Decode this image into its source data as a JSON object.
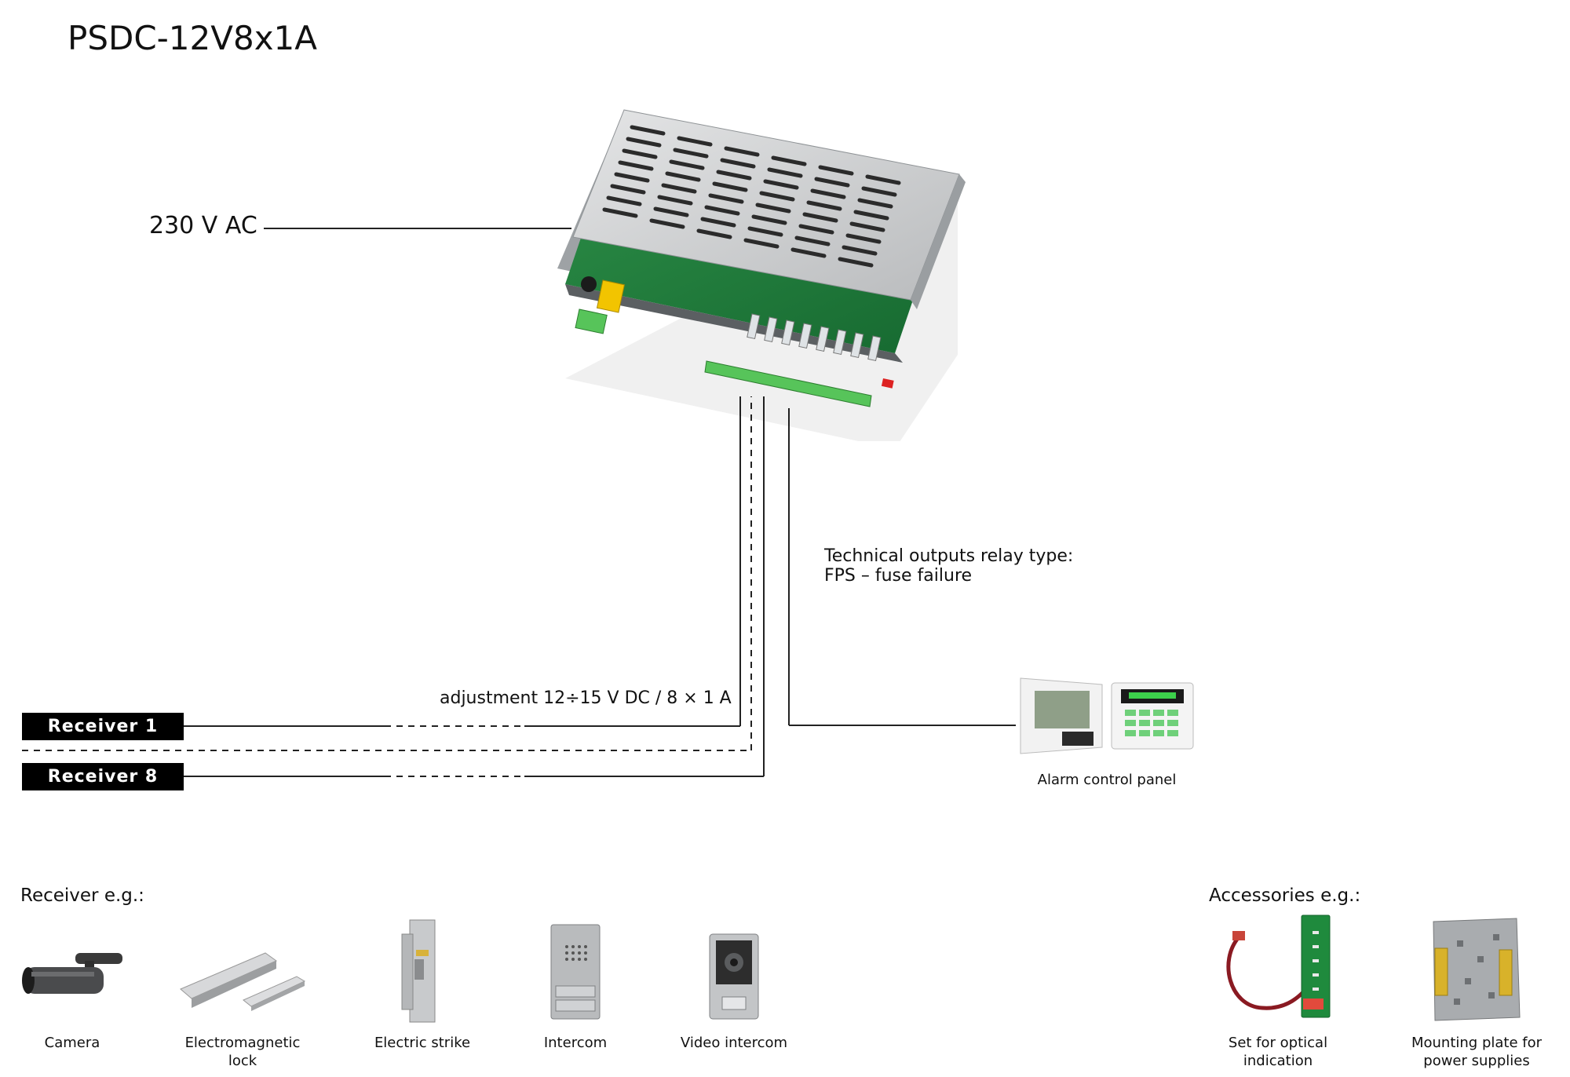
{
  "title": "PSDC-12V8x1A",
  "input_label": "230 V AC",
  "technical_outputs": {
    "line1": "Technical outputs relay type:",
    "line2": "FPS – fuse failure"
  },
  "adjustment_label": "adjustment 12÷15 V DC / 8 × 1 A",
  "receivers": {
    "first": "Receiver 1",
    "last": "Receiver 8"
  },
  "alarm_panel_label": "Alarm control panel",
  "receiver_examples": {
    "title": "Receiver e.g.:",
    "items": [
      {
        "label": "Camera",
        "icon": "camera-icon"
      },
      {
        "label": "Electromagnetic lock",
        "icon": "electromagnetic-lock-icon"
      },
      {
        "label": "Electric strike",
        "icon": "electric-strike-icon"
      },
      {
        "label": "Intercom",
        "icon": "intercom-icon"
      },
      {
        "label": "Video intercom",
        "icon": "video-intercom-icon"
      }
    ]
  },
  "accessories": {
    "title": "Accessories e.g.:",
    "items": [
      {
        "label": "Set for optical indication",
        "icon": "optical-indication-set-icon"
      },
      {
        "label": "Mounting plate for power supplies",
        "icon": "mounting-plate-icon"
      }
    ]
  },
  "colors": {
    "pcb_green": "#1f7a3a",
    "housing_silver": "#c9cbcd",
    "receiver_badge": "#000000",
    "line": "#222222"
  }
}
